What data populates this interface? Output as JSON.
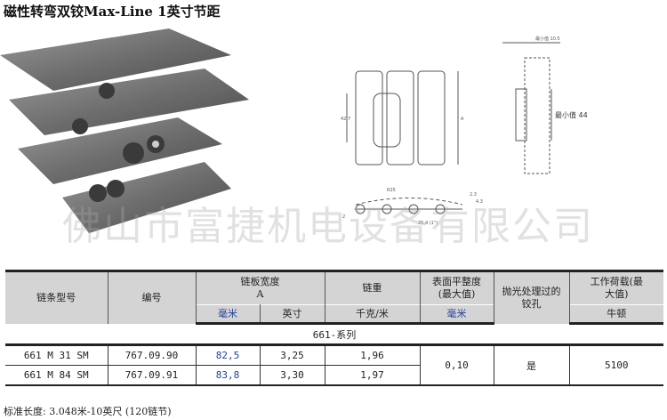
{
  "title": "磁性转弯双铰Max-Line 1英寸节距",
  "watermark": "佛山市富捷机电设备有限公司",
  "drawing_labels": {
    "min_gap": "最小值 10.5",
    "dim_a": "A",
    "dim_427": "42.7",
    "min_44": "最小值 44",
    "radius": "R25",
    "dim_23": "2.3",
    "dim_43": "4.3",
    "pitch": "25.4 (1\")",
    "dim_2": "2"
  },
  "table": {
    "headers": {
      "model": "链条型号",
      "code": "编号",
      "width": "链板宽度",
      "width_sub": "A",
      "weight": "链重",
      "flatness": "表面平整度(最大值)",
      "polished": "抛光处理过的铰孔",
      "load": "工作荷载(最大值)",
      "unit_mm": "毫米",
      "unit_inch": "英寸",
      "unit_kgm": "千克/米",
      "unit_flat_mm": "毫米",
      "unit_n": "牛顿"
    },
    "series": "661-系列",
    "rows": [
      {
        "model": "661 M 31 SM",
        "code": "767.09.90",
        "mm": "82,5",
        "inch": "3,25",
        "weight": "1,96"
      },
      {
        "model": "661 M 84 SM",
        "code": "767.09.91",
        "mm": "83,8",
        "inch": "3,30",
        "weight": "1,97"
      }
    ],
    "shared": {
      "flatness": "0,10",
      "polished": "是",
      "load": "5100"
    }
  },
  "footer": "标准长度: 3.048米-10英尺 (120链节)"
}
